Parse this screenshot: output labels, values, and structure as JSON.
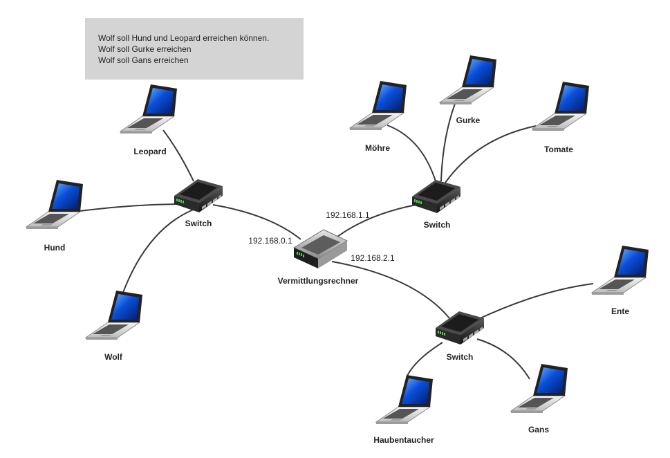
{
  "note": {
    "lines": [
      "Wolf soll Hund und Leopard erreichen können.",
      "Wolf soll Gurke erreichen",
      "Wolf soll Gans erreichen"
    ]
  },
  "router": {
    "label": "Vermittlungsrechner",
    "icon": "router-icon"
  },
  "interfaces": {
    "left": "192.168.0.1",
    "top_right": "192.168.1.1",
    "bottom_right": "192.168.2.1"
  },
  "switches": {
    "left": {
      "label": "Switch",
      "icon": "switch-icon"
    },
    "right": {
      "label": "Switch",
      "icon": "switch-icon"
    },
    "bottom": {
      "label": "Switch",
      "icon": "switch-icon"
    }
  },
  "hosts": {
    "leopard": {
      "label": "Leopard",
      "icon": "laptop-icon"
    },
    "hund": {
      "label": "Hund",
      "icon": "laptop-icon"
    },
    "wolf": {
      "label": "Wolf",
      "icon": "laptop-icon"
    },
    "moehre": {
      "label": "Möhre",
      "icon": "laptop-icon"
    },
    "gurke": {
      "label": "Gurke",
      "icon": "laptop-icon"
    },
    "tomate": {
      "label": "Tomate",
      "icon": "laptop-icon"
    },
    "ente": {
      "label": "Ente",
      "icon": "laptop-icon"
    },
    "haubentaucher": {
      "label": "Haubentaucher",
      "icon": "laptop-icon"
    },
    "gans": {
      "label": "Gans",
      "icon": "laptop-icon"
    }
  },
  "colors": {
    "cable": "#3a3a3a",
    "note_background": "#d4d4d4",
    "screen_blue": "#0a4fd8",
    "device_dark": "#1e1e1e"
  }
}
